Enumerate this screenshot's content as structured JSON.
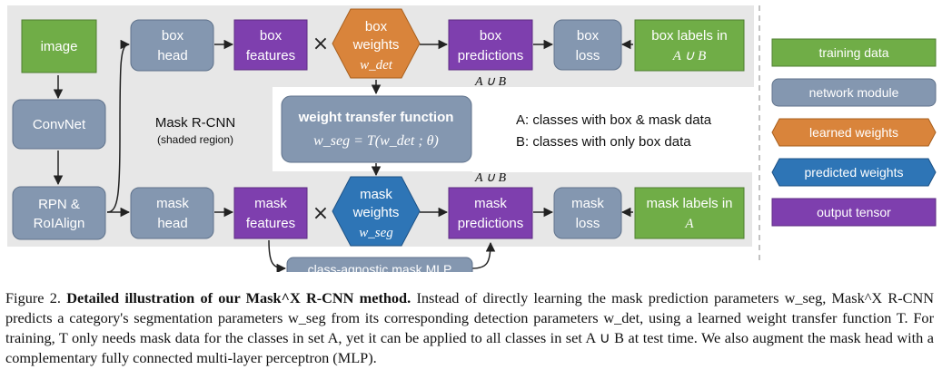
{
  "colors": {
    "training": "#70ad47",
    "module": "#8497b0",
    "learned": "#d9843b",
    "predicted": "#2e75b6",
    "output": "#7e3fae",
    "shade": "#e7e7e7",
    "arrow": "#222222"
  },
  "nodes": {
    "image": "image",
    "convnet": "ConvNet",
    "rpn_1": "RPN &",
    "rpn_2": "RoIAlign",
    "box_head_1": "box",
    "box_head_2": "head",
    "box_features_1": "box",
    "box_features_2": "features",
    "box_weights_1": "box",
    "box_weights_2": "weights",
    "box_weights_3": "w_det",
    "box_predictions_1": "box",
    "box_predictions_2": "predictions",
    "box_loss_1": "box",
    "box_loss_2": "loss",
    "box_labels_1": "box labels in",
    "box_labels_2": "A ∪ B",
    "mask_head_1": "mask",
    "mask_head_2": "head",
    "mask_features_1": "mask",
    "mask_features_2": "features",
    "mask_weights_1": "mask",
    "mask_weights_2": "weights",
    "mask_weights_3": "w_seg",
    "mask_predictions_1": "mask",
    "mask_predictions_2": "predictions",
    "mask_loss_1": "mask",
    "mask_loss_2": "loss",
    "mask_labels_1": "mask labels in",
    "mask_labels_2": "A",
    "transfer_title": "weight transfer function",
    "transfer_formula": "w_seg = T(w_det ; θ)",
    "mlp": "class-agnostic mask MLP",
    "times_symbol": "×"
  },
  "annotations": {
    "mask_rcnn_title": "Mask R-CNN",
    "mask_rcnn_sub": "(shaded region)",
    "a_cup_b_top": "A ∪ B",
    "a_cup_b_bottom": "A ∪ B",
    "class_a": "A: classes with box & mask data",
    "class_b": "B: classes with only box data"
  },
  "legend": {
    "training": "training data",
    "module": "network module",
    "learned": "learned weights",
    "predicted": "predicted weights",
    "output": "output tensor"
  },
  "caption": {
    "fig": "Figure 2.",
    "title": "Detailed illustration of our Mask^X R-CNN method.",
    "body": "Instead of directly learning the mask prediction parameters w_seg, Mask^X R-CNN predicts a category's segmentation parameters w_seg from its corresponding detection parameters w_det, using a learned weight transfer function T. For training, T only needs mask data for the classes in set A, yet it can be applied to all classes in set A ∪ B at test time. We also augment the mask head with a complementary fully connected multi-layer perceptron (MLP)."
  }
}
